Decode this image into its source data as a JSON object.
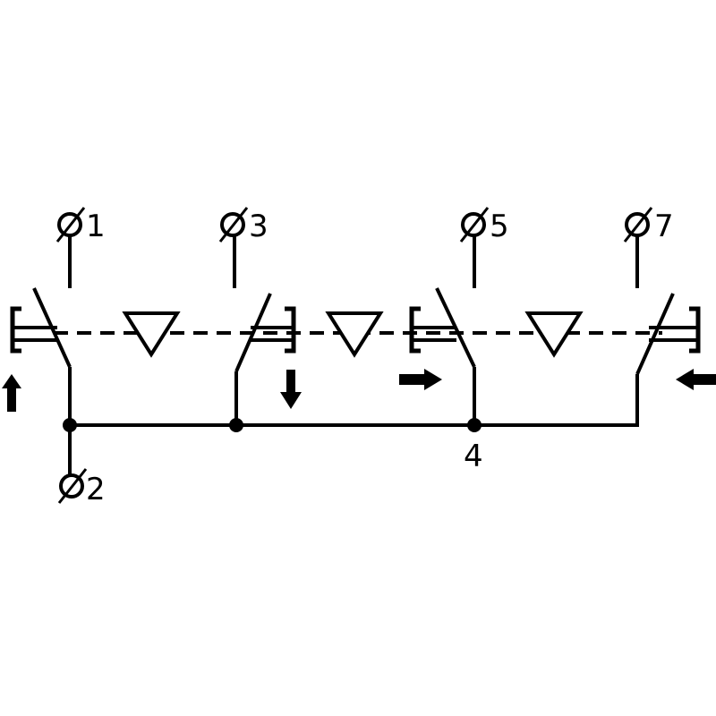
{
  "terminals": {
    "t1": "1",
    "t2": "2",
    "t3": "3",
    "t5": "5",
    "t7": "7"
  },
  "junction_label": "4",
  "colors": {
    "line": "#000000",
    "background": "#ffffff"
  }
}
